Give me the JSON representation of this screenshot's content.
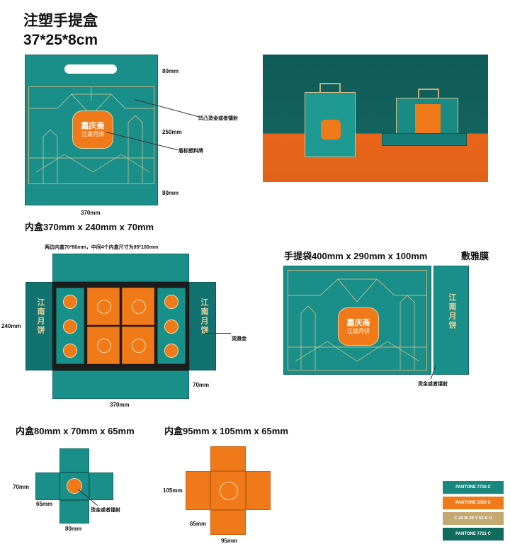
{
  "header": {
    "title_line1": "注塑手提盒",
    "title_line2": "37*25*8cm"
  },
  "bag_top": {
    "dim_top": "80mm",
    "dim_mid": "250mm",
    "dim_bottom": "80mm",
    "dim_width": "370mm",
    "callout_emboss": "凹凸烫金或者镭射",
    "callout_label": "盾标塑料牌",
    "badge_line1": "嘉庆斋",
    "badge_line2": "江南月饼"
  },
  "inner_box": {
    "heading": "内盒370mm x 240mm x 70mm",
    "note": "两边内盒70*80mm，中间4个内盒尺寸为95*100mm",
    "dim_height": "240mm",
    "dim_depth": "70mm",
    "dim_width": "370mm",
    "callout_gold": "烫雅金",
    "side_text": "江南月饼"
  },
  "handbag": {
    "heading": "手提袋400mm x 290mm x 100mm",
    "finish": "敷雅膜",
    "callout": "烫金或者镭射",
    "badge_line1": "嘉庆斋",
    "badge_line2": "江南月饼",
    "side_text": "江南月饼"
  },
  "small_box_1": {
    "heading": "内盒80mm x 70mm x 65mm",
    "dim_left": "70mm",
    "dim_depth": "65mm",
    "dim_bottom": "80mm",
    "callout": "烫金或者镭射"
  },
  "small_box_2": {
    "heading": "内盒95mm x 105mm x 65mm",
    "dim_left": "105mm",
    "dim_depth": "65mm",
    "dim_bottom": "95mm"
  },
  "swatches": [
    {
      "label": "PANTONE 7716 C",
      "color": "#17877f"
    },
    {
      "label": "PANTONE 1505 C",
      "color": "#f07a1a"
    },
    {
      "label": "C 24 M 29 Y 52 K O",
      "color": "#c4a872"
    },
    {
      "label": "PANTONE 7721 C",
      "color": "#0f6b5c"
    }
  ]
}
